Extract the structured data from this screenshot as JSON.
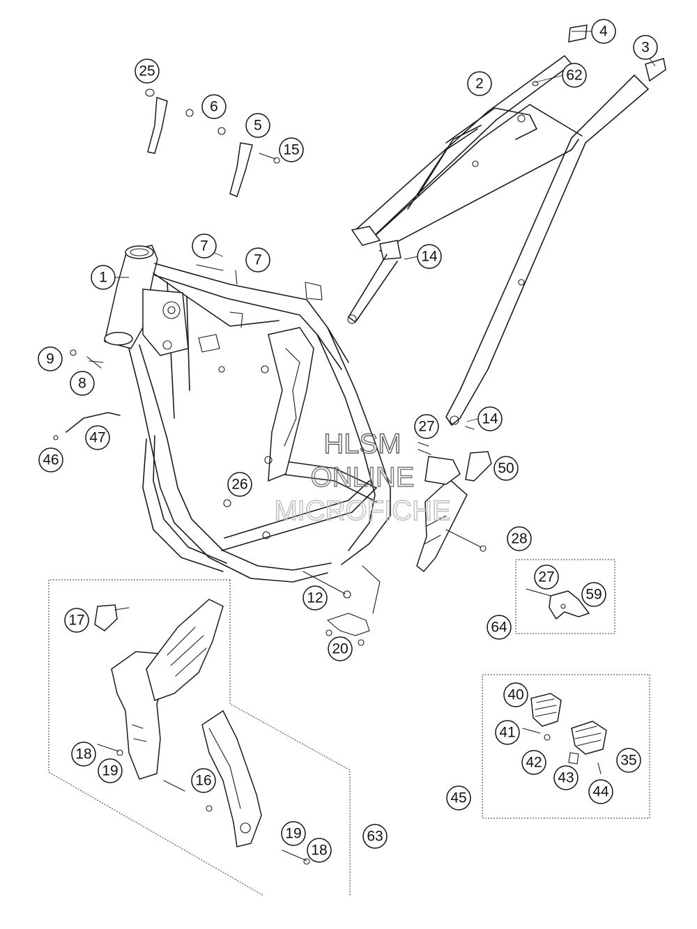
{
  "watermark": {
    "line1": "HLSM",
    "line2": "ONLINE",
    "line3": "MICROFICHE"
  },
  "callouts": [
    "1",
    "2",
    "3",
    "4",
    "5",
    "6",
    "7",
    "7",
    "8",
    "9",
    "12",
    "14",
    "14",
    "15",
    "16",
    "17",
    "18",
    "18",
    "19",
    "19",
    "20",
    "25",
    "26",
    "27",
    "27",
    "28",
    "35",
    "40",
    "41",
    "42",
    "43",
    "44",
    "45",
    "46",
    "47",
    "50",
    "59",
    "62",
    "63",
    "64"
  ]
}
